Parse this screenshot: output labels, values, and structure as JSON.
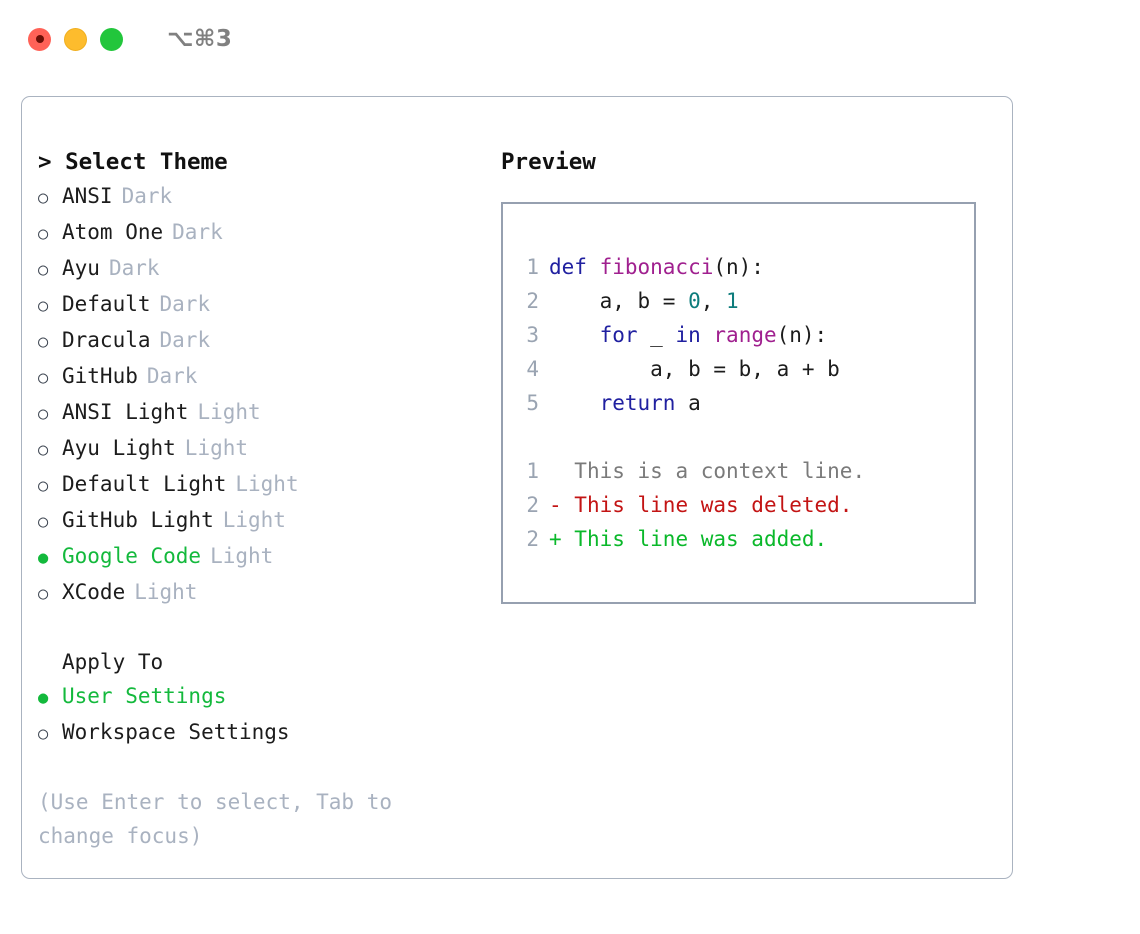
{
  "titlebar": {
    "shortcut": "⌥⌘3",
    "buttons": [
      {
        "name": "close",
        "color": "#ff6257"
      },
      {
        "name": "minimize",
        "color": "#fdbc2d"
      },
      {
        "name": "maximize",
        "color": "#22c63c"
      }
    ]
  },
  "colors": {
    "accent_green": "#13b93c",
    "muted": "#a9b2c0",
    "panel_border": "#aab3c0",
    "preview_border": "#96a0b0",
    "keyword": "#2020a0",
    "function": "#a0208f",
    "number": "#0d7c7c",
    "diff_add": "#0ab82a",
    "diff_del": "#c31414",
    "diff_ctx": "#7a7a7a"
  },
  "theme_panel": {
    "heading": "> Select Theme",
    "items": [
      {
        "marker": "○",
        "name": "ANSI",
        "kind": "Dark",
        "selected": false
      },
      {
        "marker": "○",
        "name": "Atom One",
        "kind": "Dark",
        "selected": false
      },
      {
        "marker": "○",
        "name": "Ayu",
        "kind": "Dark",
        "selected": false
      },
      {
        "marker": "○",
        "name": "Default",
        "kind": "Dark",
        "selected": false
      },
      {
        "marker": "○",
        "name": "Dracula",
        "kind": "Dark",
        "selected": false
      },
      {
        "marker": "○",
        "name": "GitHub",
        "kind": "Dark",
        "selected": false
      },
      {
        "marker": "○",
        "name": "ANSI Light",
        "kind": "Light",
        "selected": false
      },
      {
        "marker": "○",
        "name": "Ayu Light",
        "kind": "Light",
        "selected": false
      },
      {
        "marker": "○",
        "name": "Default Light",
        "kind": "Light",
        "selected": false
      },
      {
        "marker": "○",
        "name": "GitHub Light",
        "kind": "Light",
        "selected": false
      },
      {
        "marker": "●",
        "name": "Google Code",
        "kind": "Light",
        "selected": true
      },
      {
        "marker": "○",
        "name": "XCode",
        "kind": "Light",
        "selected": false
      }
    ]
  },
  "apply_to": {
    "heading": "Apply To",
    "options": [
      {
        "marker": "●",
        "label": "User Settings",
        "selected": true
      },
      {
        "marker": "○",
        "label": "Workspace Settings",
        "selected": false
      }
    ]
  },
  "help_text": "(Use Enter to select, Tab to change focus)",
  "preview": {
    "heading": "Preview",
    "code_lines": [
      {
        "no": "1",
        "tokens": [
          {
            "t": "def ",
            "c": "kw"
          },
          {
            "t": "fibonacci",
            "c": "fn"
          },
          {
            "t": "(n):",
            "c": "pln"
          }
        ]
      },
      {
        "no": "2",
        "tokens": [
          {
            "t": "    a, b = ",
            "c": "pln"
          },
          {
            "t": "0",
            "c": "num"
          },
          {
            "t": ", ",
            "c": "pln"
          },
          {
            "t": "1",
            "c": "num"
          }
        ]
      },
      {
        "no": "3",
        "tokens": [
          {
            "t": "    ",
            "c": "pln"
          },
          {
            "t": "for",
            "c": "kw"
          },
          {
            "t": " _ ",
            "c": "pln"
          },
          {
            "t": "in",
            "c": "kw"
          },
          {
            "t": " ",
            "c": "pln"
          },
          {
            "t": "range",
            "c": "fn"
          },
          {
            "t": "(n):",
            "c": "pln"
          }
        ]
      },
      {
        "no": "4",
        "tokens": [
          {
            "t": "        a, b = b, a + b",
            "c": "pln"
          }
        ]
      },
      {
        "no": "5",
        "tokens": [
          {
            "t": "    ",
            "c": "pln"
          },
          {
            "t": "return",
            "c": "kw"
          },
          {
            "t": " a",
            "c": "pln"
          }
        ]
      }
    ],
    "diff_lines": [
      {
        "no": "1",
        "sign": " ",
        "text": " This is a context line.",
        "kind": "ctx"
      },
      {
        "no": "2",
        "sign": "-",
        "text": " This line was deleted.",
        "kind": "del"
      },
      {
        "no": "2",
        "sign": "+",
        "text": " This line was added.",
        "kind": "add"
      }
    ]
  }
}
